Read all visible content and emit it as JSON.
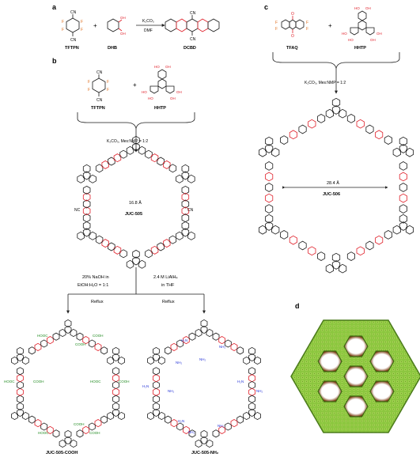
{
  "panels": {
    "a": "a",
    "b": "b",
    "c": "c",
    "d": "d"
  },
  "reaction_a": {
    "reagent1": "TFTPN",
    "reagent2": "DHB",
    "product": "DCBD",
    "plus": "+",
    "cond_top": "K₂CO₃",
    "cond_bottom": "DMF",
    "cn": "CN",
    "o": "O"
  },
  "reaction_b": {
    "reagent1": "TFTPN",
    "reagent2": "HHTP",
    "plus": "+",
    "conditions": "K₂CO₃, Mes:NMP = 1:2",
    "product": "JUC-505",
    "pore_size": "16.8 Å",
    "nc": "NC",
    "cn": "CN"
  },
  "reaction_c": {
    "reagent1": "TFAQ",
    "reagent2": "HHTP",
    "plus": "+",
    "conditions": "K₂CO₃, Mes:NMP = 1:2",
    "product": "JUC-506",
    "pore_size": "28.4 Å",
    "o": "O"
  },
  "branches": {
    "left_cond1": "20% NaOH in",
    "left_cond2": "EtOH:H₂O = 1:1",
    "left_cond3": "Reflux",
    "right_cond1": "2.4 M LiAlH₄",
    "right_cond2": "in THF",
    "right_cond3": "Reflux",
    "left_product": "JUC-505-COOH",
    "right_product": "JUC-505-NH₂",
    "cooh": "COOH",
    "hooc": "HOOC",
    "nh2": "NH₂",
    "h2n": "H₂N"
  },
  "hhtp_labels": {
    "ho": "HO",
    "oh": "OH"
  },
  "atom_f": "F",
  "colors": {
    "oxygen_red": "#e0202a",
    "cooh_green": "#1f8a1f",
    "nh2_blue": "#2a38d8",
    "model_green": "#8cc63f",
    "model_dark": "#4a7a1a"
  }
}
